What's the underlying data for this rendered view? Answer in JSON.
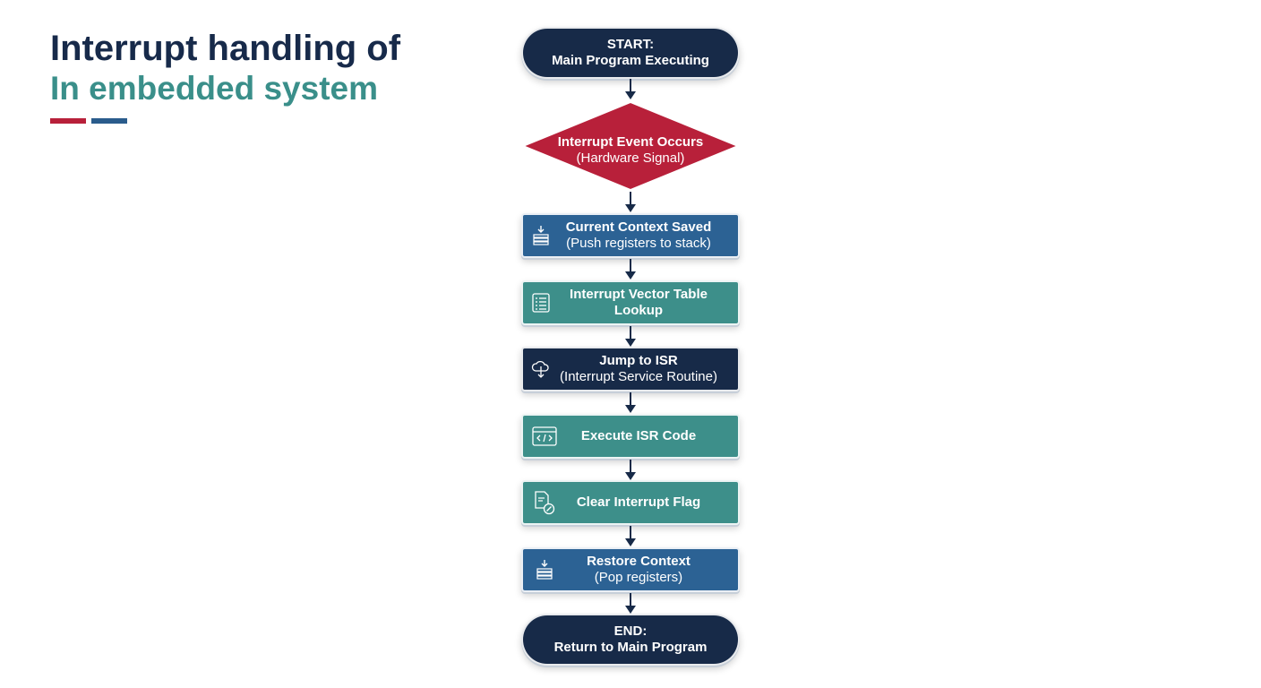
{
  "title": {
    "line1": "Interrupt handling of",
    "line2": "In embedded system"
  },
  "colors": {
    "navy": "#172a48",
    "teal": "#3d8f8a",
    "blue": "#2c6294",
    "red": "#b8203a"
  },
  "flow": {
    "start": {
      "title": "START:",
      "subtitle": "Main Program Executing"
    },
    "decision": {
      "title": "Interrupt Event Occurs",
      "subtitle": "(Hardware Signal)",
      "icon": "alarm-icon"
    },
    "steps": [
      {
        "title": "Current Context Saved",
        "subtitle": "(Push registers to stack)",
        "icon": "stack-push-icon"
      },
      {
        "title": "Interrupt Vector Table",
        "subtitle": "Lookup",
        "icon": "table-icon"
      },
      {
        "title": "Jump to ISR",
        "subtitle": "(Interrupt Service Routine)",
        "icon": "cloud-jump-icon"
      },
      {
        "title": "Execute ISR Code",
        "subtitle": "",
        "icon": "code-window-icon"
      },
      {
        "title": "Clear Interrupt Flag",
        "subtitle": "",
        "icon": "document-clear-icon"
      },
      {
        "title": "Restore Context",
        "subtitle": "(Pop registers)",
        "icon": "stack-pop-icon"
      }
    ],
    "end": {
      "title": "END:",
      "subtitle": "Return to Main Program"
    }
  }
}
